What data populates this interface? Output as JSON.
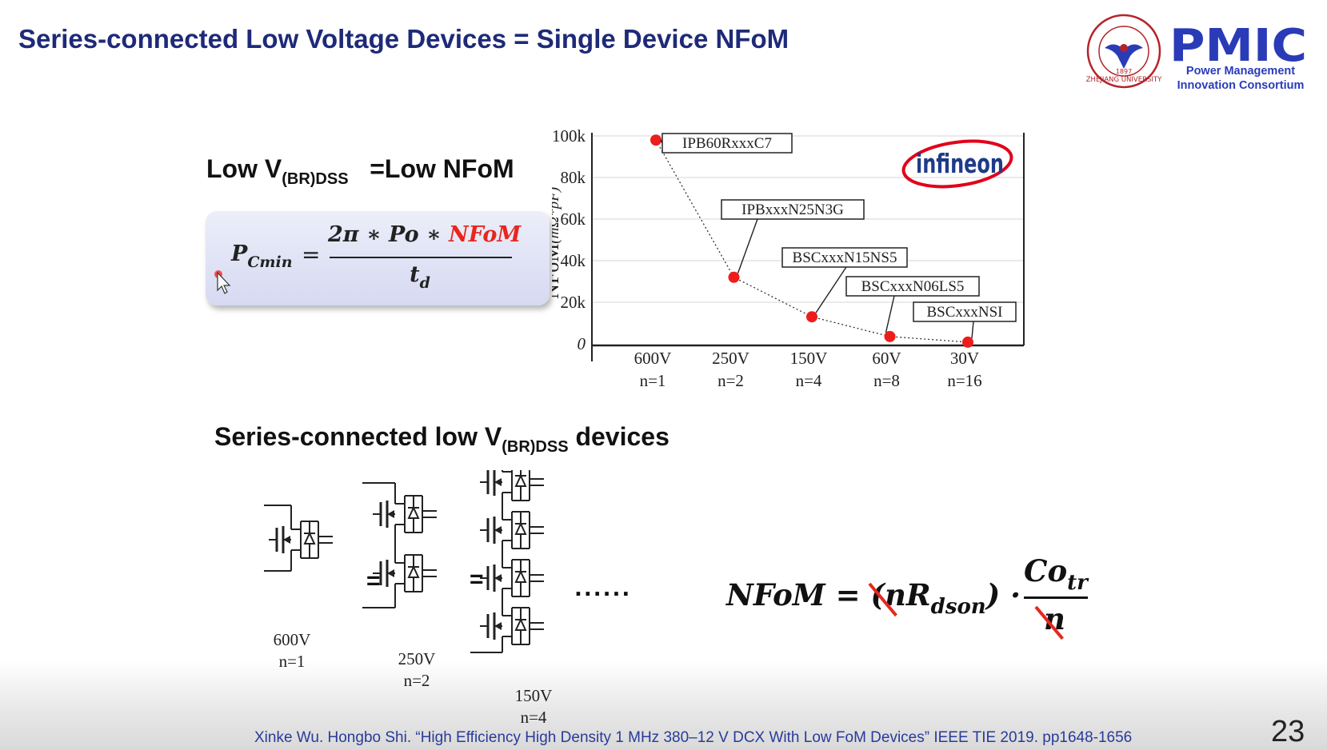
{
  "slide": {
    "title": "Series-connected Low Voltage Devices = Single Device NFoM",
    "heading_low": "Low V",
    "heading_low_sub": "(BR)DSS",
    "heading_low_rhs": "=Low NFoM",
    "heading_series_pre": "Series-connected low V",
    "heading_series_sub": "(BR)DSS",
    "heading_series_post": " devices",
    "page_number": "23",
    "citation": "Xinke Wu. Hongbo Shi. “High Efficiency High Density 1 MHz 380–12 V DCX With Low FoM Devices” IEEE TIE 2019. pp1648-1656"
  },
  "logos": {
    "seal_text": "ZHEJIANG UNIVERSITY",
    "seal_year": "1897",
    "pmic": "PMIC",
    "pmic_line1": "Power Management",
    "pmic_line2": "Innovation Consortium",
    "infineon": "infineon"
  },
  "formula_pcmin": {
    "lhs": "P",
    "lhs_sub": "Cmin",
    "eq": "=",
    "num_a": "2π ∗ Po ∗ ",
    "num_red": "NFoM",
    "den": "t",
    "den_sub": "d",
    "red_color": "#e8261e"
  },
  "formula_nfom": {
    "lhs": "NFoM = (",
    "n_struck": "n",
    "rds": "R",
    "rds_sub": "dson",
    "close": ") · ",
    "co": "Co",
    "co_sub": "tr",
    "den_n": "n"
  },
  "chart_data": {
    "type": "scatter",
    "ylabel": "NFoM",
    "ylabel_unit": "(mΩ*pF)",
    "yticks": [
      "0",
      "20k",
      "40k",
      "60k",
      "80k",
      "100k"
    ],
    "ylim": [
      0,
      100000
    ],
    "categories": [
      "600V",
      "250V",
      "150V",
      "60V",
      "30V"
    ],
    "categories_n": [
      "n=1",
      "n=2",
      "n=4",
      "n=8",
      "n=16"
    ],
    "values": [
      98000,
      32000,
      13000,
      3500,
      800
    ],
    "point_labels": [
      "IPB60RxxxC7",
      "IPBxxxN25N3G",
      "BSCxxxN15NS5",
      "BSCxxxN06LS5",
      "BSCxxxNSI"
    ],
    "grid": true,
    "marker_color": "#ee1c1c"
  },
  "circuits": {
    "labels": [
      {
        "v": "600V",
        "n": "n=1"
      },
      {
        "v": "250V",
        "n": "n=2"
      },
      {
        "v": "150V",
        "n": "n=4"
      }
    ],
    "equals": "=",
    "ellipsis": "......"
  }
}
